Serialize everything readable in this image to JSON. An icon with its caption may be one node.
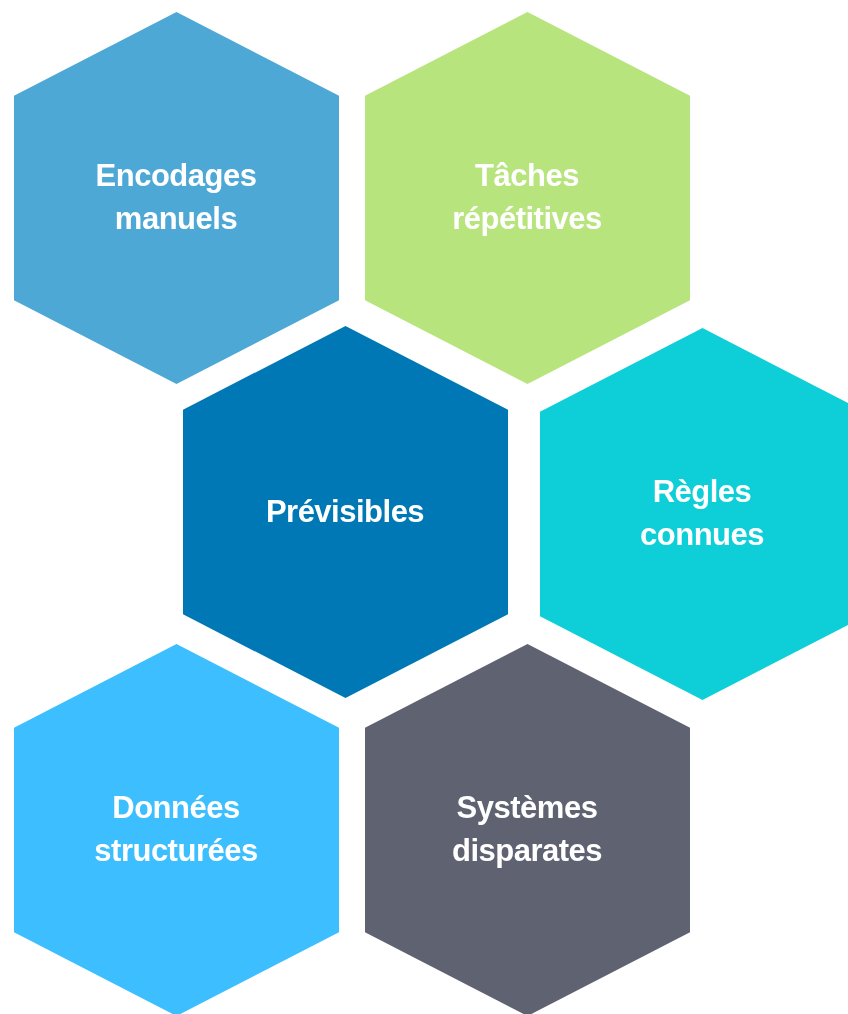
{
  "diagram": {
    "nodes": [
      {
        "text": [
          "Encodages manuels"
        ]
      },
      {
        "text": [
          "Tâches répétitives"
        ]
      },
      {
        "text": [
          "Prévisibles"
        ]
      },
      {
        "text": [
          "Règles connues"
        ]
      },
      {
        "text": [
          "Données structurées"
        ]
      },
      {
        "text": [
          "Systèmes disparates"
        ]
      }
    ],
    "edges": []
  }
}
